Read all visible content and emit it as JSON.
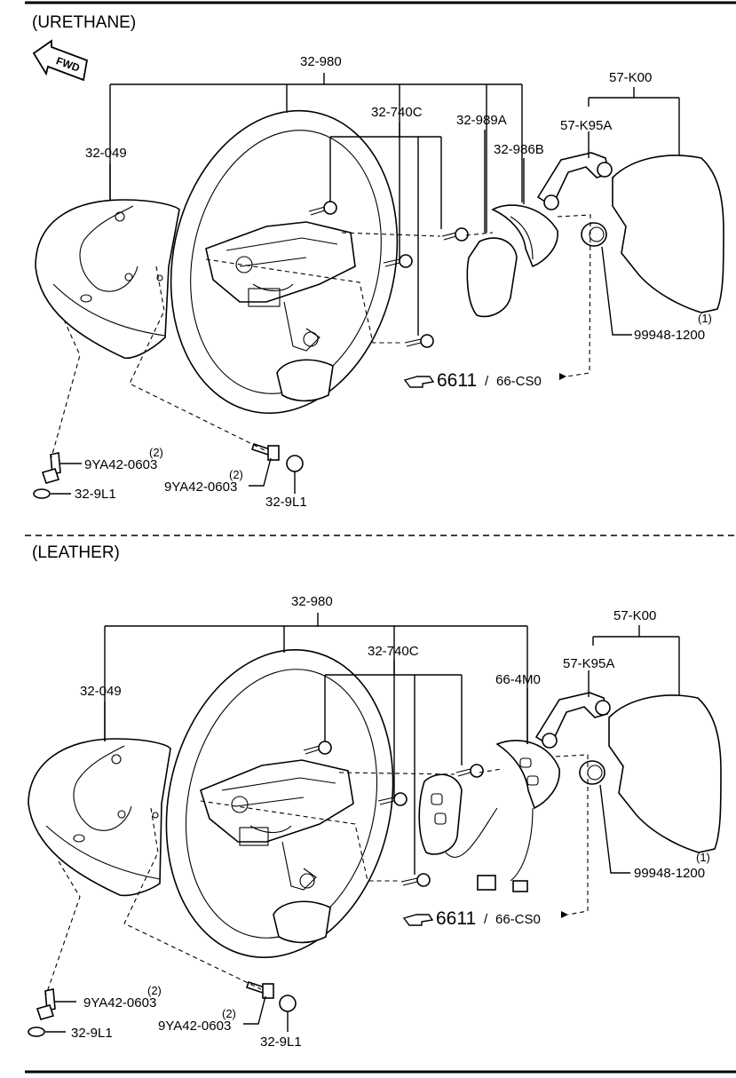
{
  "sections": [
    {
      "title": "(URETHANE)",
      "fwd": "FWD",
      "labels": {
        "wheel_assy": "32-980",
        "column_cover": "32-049",
        "screw": "32-740C",
        "cover_left": "32-989A",
        "cover_right": "32-986B",
        "airbag_module": "57-K00",
        "bracket": "57-K95A",
        "nut": "99948-1200",
        "nut_qty": "(1)",
        "bolt_left": "9YA42-0603",
        "bolt_left_qty": "(2)",
        "bolt_right": "9YA42-0603",
        "bolt_right_qty": "(2)",
        "cap_left": "32-9L1",
        "cap_right": "32-9L1",
        "ref_main": "6611",
        "ref_sep": "/",
        "ref_sub": "66-CS0"
      }
    },
    {
      "title": "(LEATHER)",
      "labels": {
        "wheel_assy": "32-980",
        "column_cover": "32-049",
        "screw": "32-740C",
        "switch": "66-4M0",
        "airbag_module": "57-K00",
        "bracket": "57-K95A",
        "nut": "99948-1200",
        "nut_qty": "(1)",
        "bolt_left": "9YA42-0603",
        "bolt_left_qty": "(2)",
        "bolt_right": "9YA42-0603",
        "bolt_right_qty": "(2)",
        "cap_left": "32-9L1",
        "cap_right": "32-9L1",
        "ref_main": "6611",
        "ref_sep": "/",
        "ref_sub": "66-CS0"
      }
    }
  ]
}
